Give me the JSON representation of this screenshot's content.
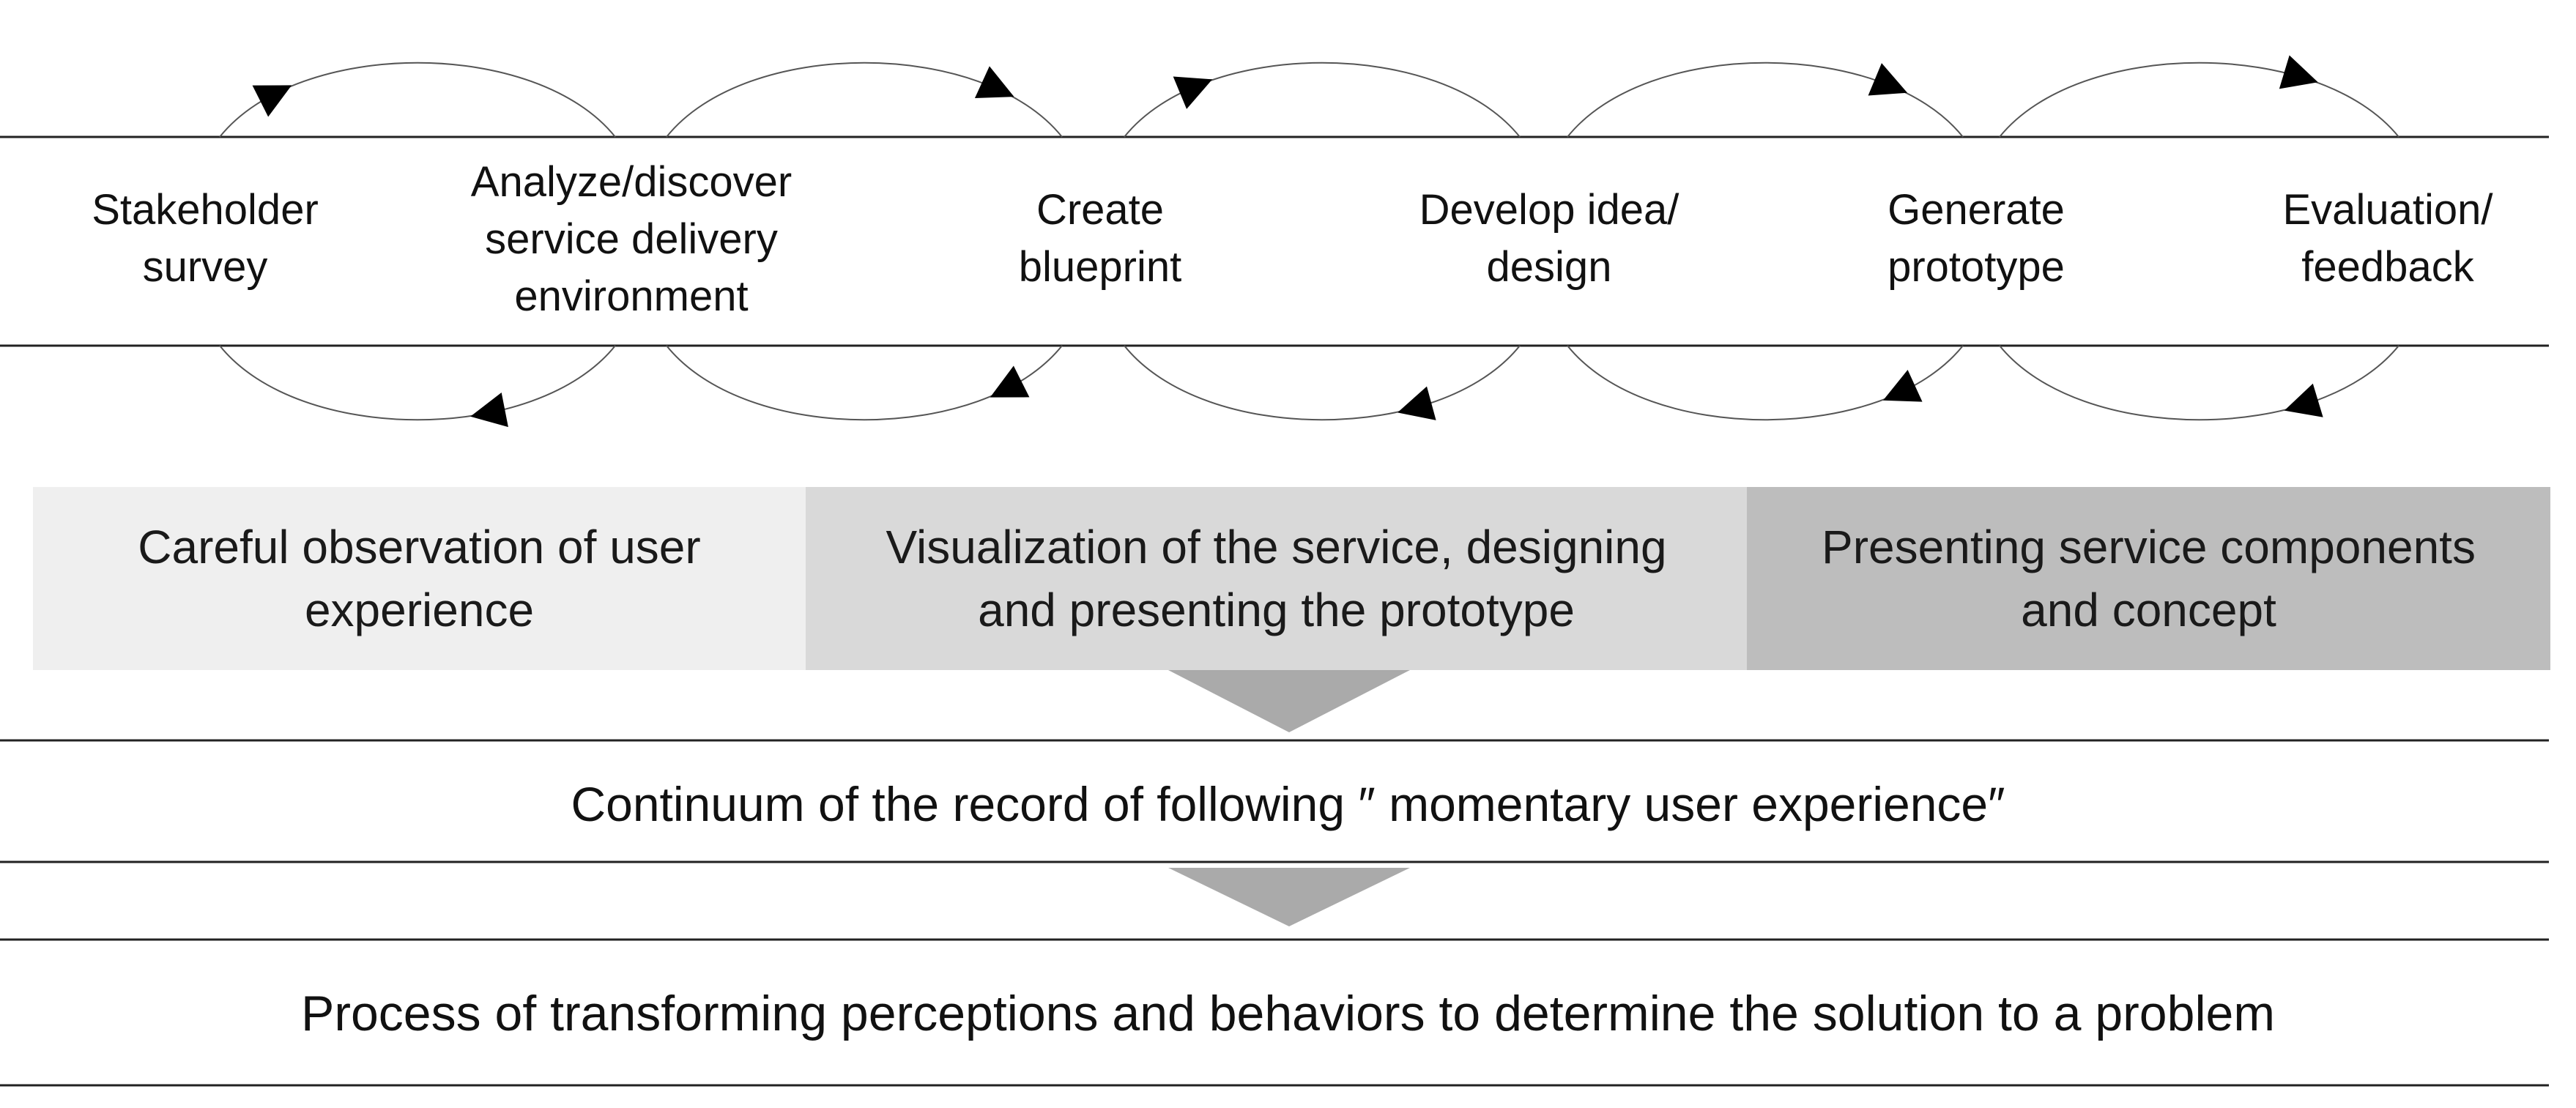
{
  "stages": [
    {
      "label": "Stakeholder\nsurvey"
    },
    {
      "label": "Analyze/discover\nservice delivery\nenvironment"
    },
    {
      "label": "Create\nblueprint"
    },
    {
      "label": "Develop idea/\ndesign"
    },
    {
      "label": "Generate\nprototype"
    },
    {
      "label": "Evaluation/\nfeedback"
    }
  ],
  "phases": [
    {
      "text": "Careful observation of user\nexperience",
      "fill": "#efefef"
    },
    {
      "text": "Visualization of the service, designing\nand presenting the prototype",
      "fill": "#d9d9d9"
    },
    {
      "text": "Presenting service components\nand concept",
      "fill": "#bdbdbd"
    }
  ],
  "bands": {
    "continuum": "Continuum of the record of following ″ momentary user experience″",
    "process": "Process of transforming perceptions and behaviors to determine the solution to a problem"
  },
  "colors": {
    "line": "#222222",
    "arrow_fill": "#aaaaaa",
    "loop_line": "#555555"
  }
}
